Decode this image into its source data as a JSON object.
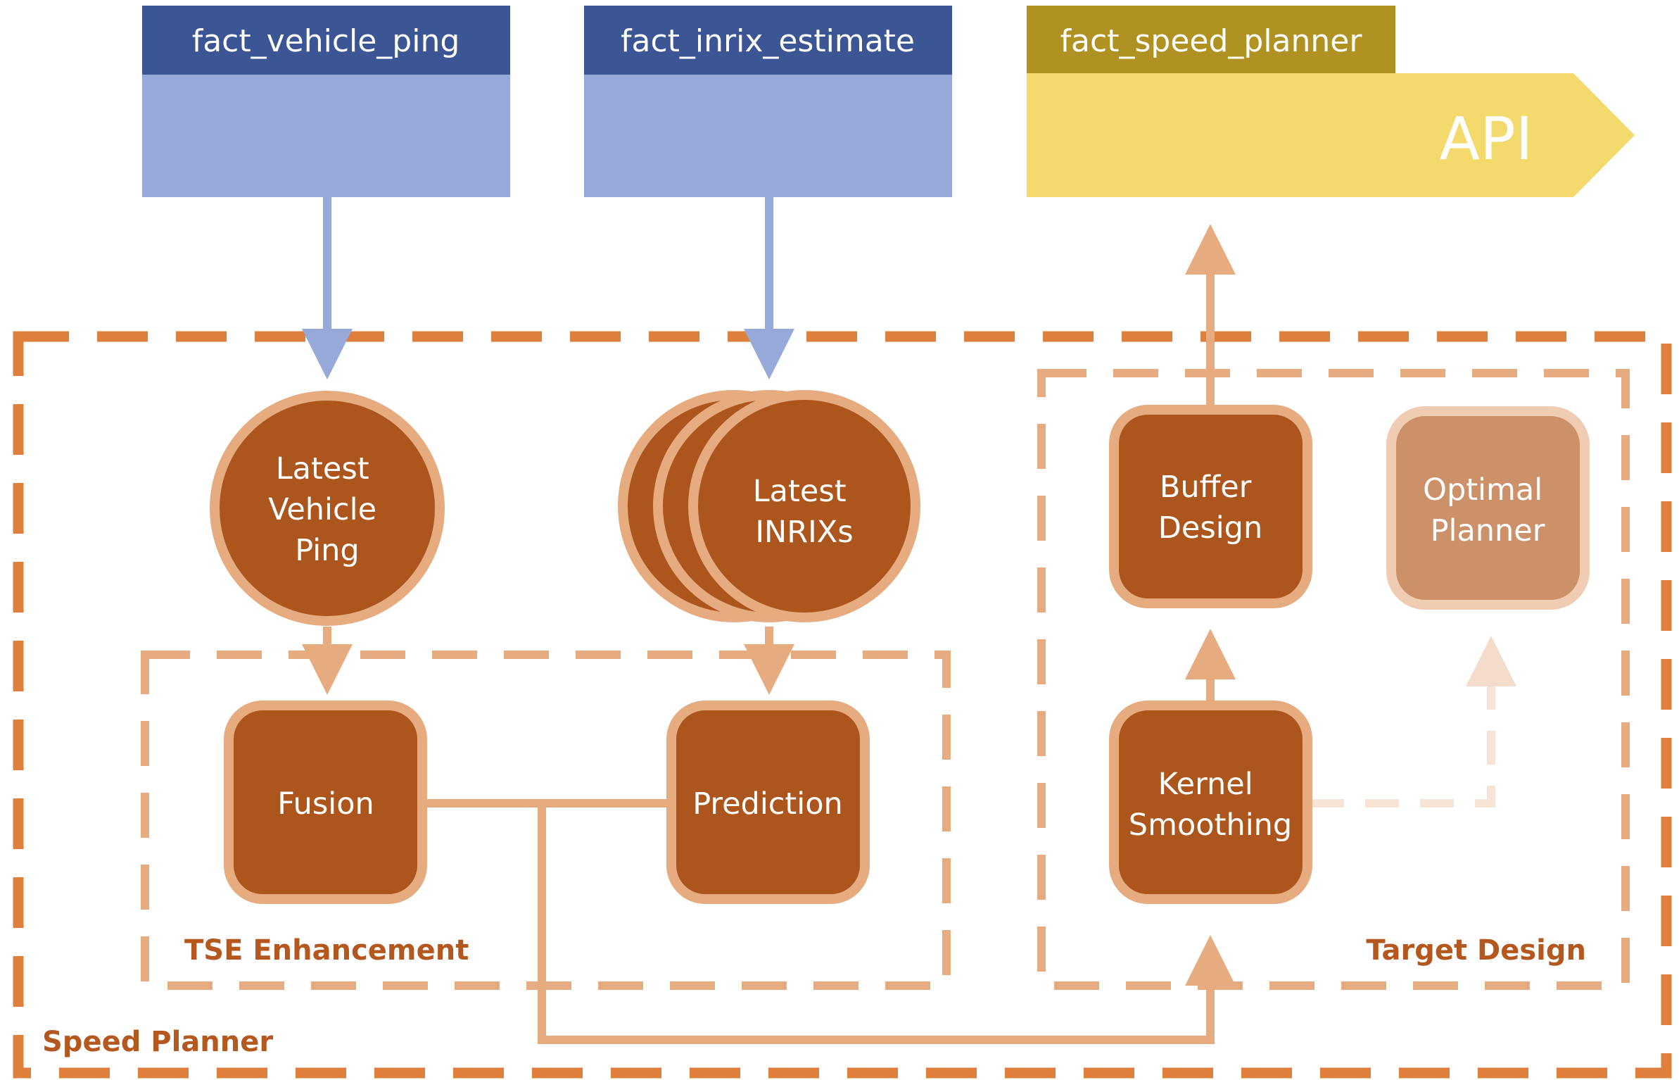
{
  "sources": {
    "vehicle_ping": "fact_vehicle_ping",
    "inrix_estimate": "fact_inrix_estimate"
  },
  "output": {
    "table": "fact_speed_planner",
    "api": "API"
  },
  "groups": {
    "speed_planner": "Speed Planner",
    "tse_enhancement": "TSE Enhancement",
    "target_design": "Target Design"
  },
  "nodes": {
    "latest_vehicle_ping": [
      "Latest",
      "Vehicle",
      "Ping"
    ],
    "latest_inrixs": [
      "Latest",
      "INRIXs"
    ],
    "fusion": [
      "Fusion"
    ],
    "prediction": [
      "Prediction"
    ],
    "buffer_design": [
      "Buffer",
      "Design"
    ],
    "kernel_smoothing": [
      "Kernel",
      "Smoothing"
    ],
    "optimal_planner": [
      "Optimal",
      "Planner"
    ]
  },
  "colors": {
    "source_header": "#3c5595",
    "source_body": "#96a9d9",
    "output_header": "#b09222",
    "api_body": "#f4d96d",
    "node_fill": "#ac561d",
    "node_border": "#e6ac80",
    "node_faded_fill": "#cd916a",
    "node_faded_border": "#f0cdb2",
    "outer_dash": "#de7f3c",
    "inner_dash": "#e6ac80",
    "connector": "#e6ac80",
    "connector_faded": "#f6e4d6",
    "blue_arrow": "#96a9d9",
    "label": "#b4581f"
  }
}
